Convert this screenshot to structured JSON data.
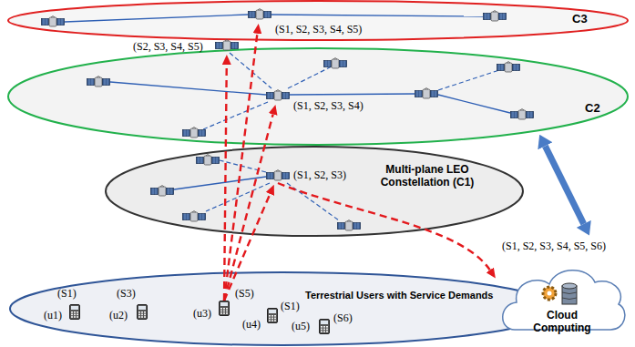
{
  "diagram": {
    "nodes": [
      {
        "text": [
          "C3"
        ]
      },
      {
        "text": [
          "(S1, S2, S3, S4, S5)"
        ],
        "in": 0
      },
      {
        "text": [
          "C2"
        ]
      },
      {
        "text": [
          "(S2, S3, S4, S5)"
        ],
        "in": 2
      },
      {
        "text": [
          "(S1, S2, S3, S4)"
        ],
        "in": 2
      },
      {
        "text": [
          "Multi-plane LEO Constellation (C1)"
        ]
      },
      {
        "text": [
          "(S1, S2, S3)"
        ],
        "in": 5
      },
      {
        "text": [
          "Terrestrial Users with Service Demands"
        ]
      },
      {
        "text": [
          "(S1)",
          "(u1)"
        ],
        "in": 7
      },
      {
        "text": [
          "(S3)",
          "(u2)"
        ],
        "in": 7
      },
      {
        "text": [
          "(S5)",
          "(u3)"
        ],
        "in": 7
      },
      {
        "text": [
          "(S1)",
          "(u4)"
        ],
        "in": 7
      },
      {
        "text": [
          "(S6)",
          "(u5)"
        ],
        "in": 7
      },
      {
        "text": [
          "(S1, S2, S3, S4, S5, S6)",
          "Cloud Computing"
        ]
      }
    ],
    "edges": [
      {
        "from": 10,
        "to": 1,
        "arrow": "to"
      },
      {
        "from": 10,
        "to": 3,
        "arrow": "to"
      },
      {
        "from": 10,
        "to": 4,
        "arrow": "to"
      },
      {
        "from": 10,
        "to": 6,
        "arrow": "to"
      },
      {
        "from": 6,
        "to": 13,
        "arrow": "to"
      },
      {
        "from": 2,
        "to": 13,
        "arrow": "both"
      }
    ]
  }
}
